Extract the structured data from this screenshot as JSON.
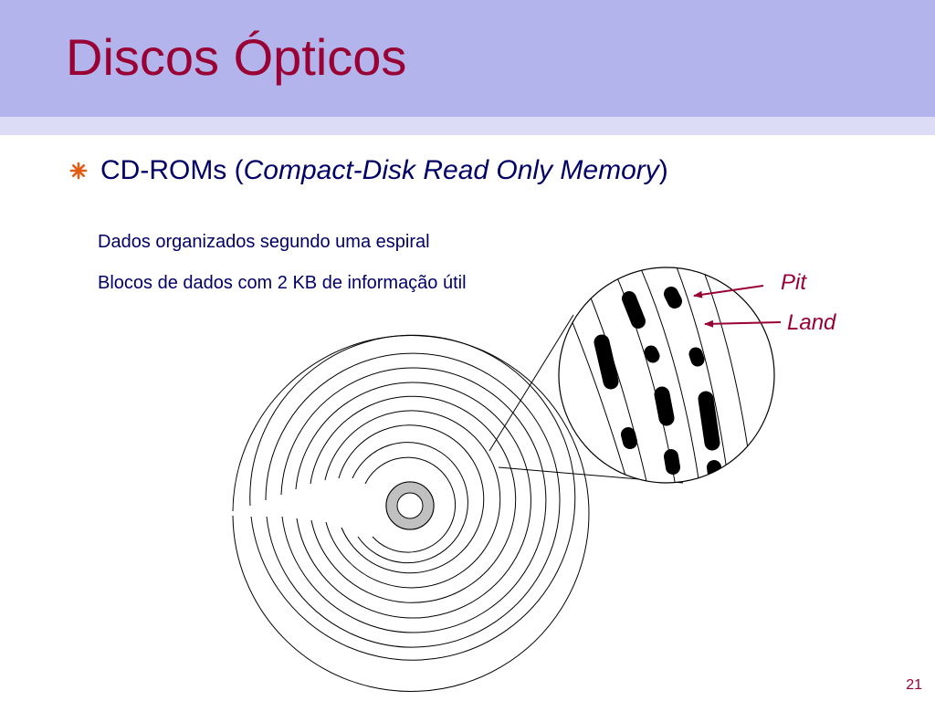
{
  "slide": {
    "title": "Discos Ópticos",
    "bullet": {
      "prefix": "CD-ROMs (",
      "emphasis": "Compact-Disk Read Only Memory",
      "suffix": ")"
    },
    "subpoints": [
      "Dados organizados segundo uma espiral",
      "Blocos de dados com 2 KB de informação útil"
    ],
    "labels": {
      "pit": "Pit",
      "land": "Land"
    },
    "slide_number": "21"
  },
  "colors": {
    "header_band": "#b4b4ec",
    "header_stripe": "#dcdcf6",
    "title": "#990033",
    "body_text": "#000066",
    "bullet_icon": "#e35c12",
    "arrow": "#990033",
    "hub": "#c0c0c0"
  },
  "icons": {
    "bullet": "asterisk-bullet-icon"
  }
}
